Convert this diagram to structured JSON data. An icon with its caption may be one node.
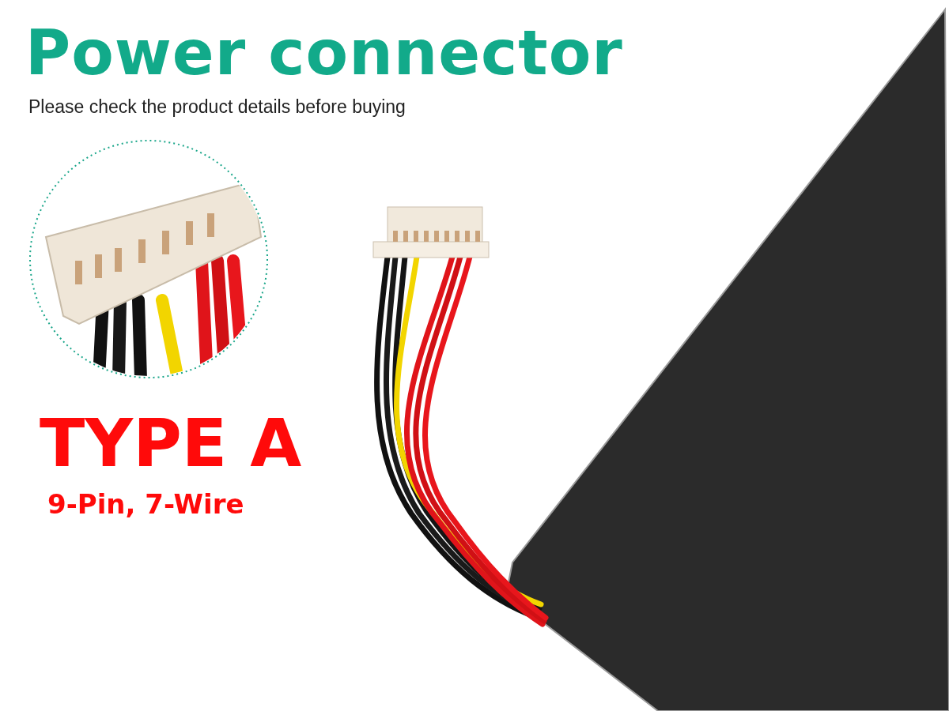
{
  "diagram": {
    "title": "Power connector",
    "labels": [
      "Please check the product details before buying",
      "TYPE A",
      "9-Pin, 7-Wire"
    ]
  }
}
